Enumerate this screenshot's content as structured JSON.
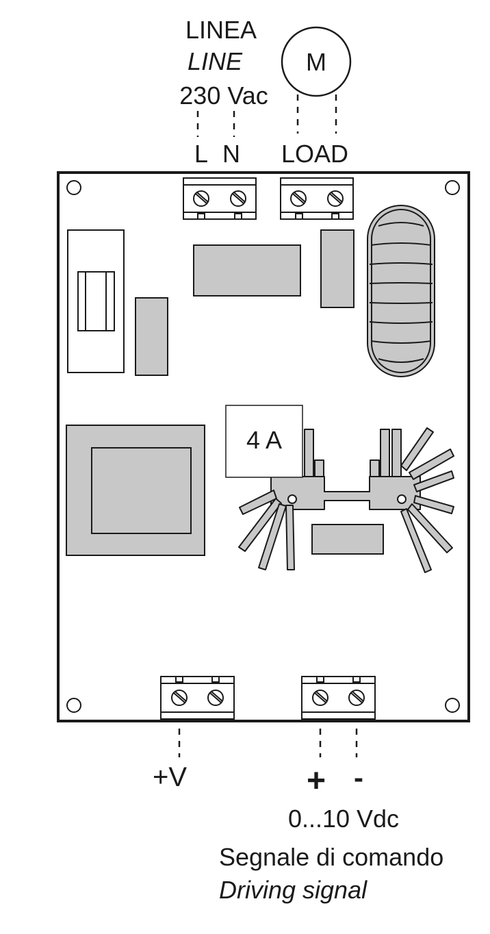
{
  "labels": {
    "linea": "LINEA",
    "line": "LINE",
    "voltage_ac": "230 Vac",
    "terminal_l": "L",
    "terminal_n": "N",
    "load": "LOAD",
    "motor": "M",
    "fuse": "4 A",
    "plus_v": "+V",
    "plus": "+",
    "minus": "-",
    "voltage_dc": "0...10 Vdc",
    "signal_it": "Segnale di comando",
    "signal_en": "Driving signal"
  },
  "colors": {
    "stroke": "#1a1a1a",
    "component_fill": "#c8c8c8",
    "board_fill": "#ffffff"
  }
}
